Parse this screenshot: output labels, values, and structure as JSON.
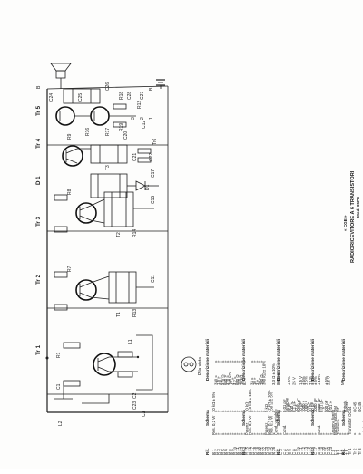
{
  "schematic": {
    "transistors": [
      "Tr 1",
      "Tr 2",
      "Tr 3",
      "D 1",
      "Tr 4",
      "Tr 5"
    ],
    "plug_caption": "Pila vista",
    "labels": [
      "B",
      "R12",
      "C12",
      "Tr6",
      "B",
      "R1",
      "C1",
      "L1",
      "C2",
      "C3",
      "T1",
      "T2",
      "T3",
      "R7",
      "R8",
      "R9",
      "R13",
      "R14",
      "C11",
      "C15",
      "C17",
      "C20",
      "C21",
      "C22",
      "C23",
      "L2",
      "R16",
      "R17",
      "R18",
      "R19",
      "C24",
      "C25",
      "C26",
      "C27",
      "C28",
      "D1",
      "1",
      "2",
      "3"
    ]
  },
  "parts": {
    "col1": {
      "headers": [
        "Rif.",
        "Schema",
        "Descrizione materiali"
      ],
      "rows": [
        [
          "R 1",
          "Res. 0,2 W",
          "10 kΩ ± 5%"
        ],
        [
          "R 2",
          "»",
          "»",
          "330 »",
          "»"
        ],
        [
          "R 3",
          "»",
          "»",
          "1,5 »",
          "»"
        ],
        [
          "R 4",
          "»",
          "»",
          "2,2 »",
          "»"
        ],
        [
          "R 5",
          "»",
          "»",
          "470 Ω",
          "»"
        ],
        [
          "R 6",
          "»",
          "»",
          "680 »",
          "»"
        ],
        [
          "R 7",
          "»",
          "»",
          "470 »",
          "»"
        ],
        [
          "R 8",
          "»",
          "»",
          "100 kΩ",
          "»"
        ],
        [
          "R 9",
          "»",
          "»",
          "47 »",
          "»"
        ],
        [
          "R 10",
          "»",
          "»",
          "4,7 »",
          "»"
        ],
        [
          "R 11",
          "»",
          "»",
          "680 Ω",
          "»"
        ],
        [
          "R 12",
          "»",
          "»",
          "150 »",
          "»"
        ],
        [
          "R 13",
          "»",
          "»",
          "10 kΩ",
          "»"
        ],
        [
          "R 14",
          "»",
          "»",
          "82 »",
          "»"
        ],
        [
          "R 15",
          "Potenz.",
          "10 kΩ"
        ]
      ]
    },
    "col2": {
      "headers": [
        "Rif.",
        "Schema",
        "Descrizione materiali"
      ],
      "rows": [
        [
          "R 16",
          "Res. 0,2 W",
          "3,3 kΩ ± 10%"
        ],
        [
          "R 17",
          "»",
          "»",
          "33 »",
          "»"
        ],
        [
          "R 18",
          "»",
          "»",
          "10 »",
          "»"
        ],
        [
          "R 19",
          "»",
          "»",
          "3 »",
          "»"
        ],
        [
          "R 20",
          "»",
          "»",
          "10 »",
          "»"
        ],
        [
          "R 21",
          "»",
          "»",
          "100 Ω",
          "»"
        ],
        [
          "R 22",
          "»",
          "»",
          "390 kΩ ± 10%"
        ],
        [
          "R 23",
          "Potenz.",
          "5 kΩ"
        ],
        [
          "R 24",
          "Res. 0,2 W",
          "47 kΩ ± 10%"
        ],
        [
          "R 25",
          "Res. 0,2 W",
          "150 Ω ± 5%"
        ],
        [
          "R 26",
          "»",
          "»",
          "3,3 Ω ± 10%"
        ],
        [
          "C 1",
          "Cond. variabile",
          ""
        ],
        [
          "C 2",
          "»",
          "»",
          "8000 pF"
        ],
        [
          "C 3",
          "»",
          "»",
          ""
        ]
      ]
    },
    "col3": {
      "headers": [
        "Rif.",
        "Schema",
        "Descrizione materiali"
      ],
      "rows": [
        [
          "C 4",
          "Cond.",
          "0,01 pF"
        ],
        [
          "C 5",
          "»",
          "variabile"
        ],
        [
          "C 6",
          "»",
          "82 pF",
          "± 5%"
        ],
        [
          "C 7",
          "»",
          "500 »",
          ""
        ],
        [
          "C 8",
          "»",
          "0,1 µF",
          "25 V"
        ],
        [
          "C 9",
          "»",
          "10 »",
          ""
        ],
        [
          "C 10",
          "»",
          "5000 pF",
          ""
        ],
        [
          "C 11",
          "»",
          "10 µF",
          "1,5 V"
        ],
        [
          "C 12",
          "»",
          "1000 »",
          "± 5%"
        ],
        [
          "C 13",
          "»",
          "1000 »",
          "± 5%"
        ],
        [
          "C 14",
          "»",
          "820 »",
          ""
        ],
        [
          "C 15",
          "»",
          "20 pF",
          "± 1%"
        ],
        [
          "C 16",
          "»",
          "20 µF",
          "± 5%"
        ],
        [
          "C 17",
          "»",
          "3000 pF",
          "± 5%"
        ]
      ]
    },
    "col4": {
      "headers": [
        "Rif.",
        "Schema",
        "Descrizione materiali"
      ],
      "rows": [
        [
          "C 18",
          "Cond.",
          "2000 pF",
          "± 10%"
        ],
        [
          "C 19",
          "»",
          "0,01 µF",
          ""
        ],
        [
          "C 20",
          "»",
          "1 »",
          ""
        ],
        [
          "C 21",
          "»",
          "500 pF",
          "± 5%"
        ],
        [
          "C 22",
          "»",
          "50 »",
          "2,5 V"
        ],
        [
          "C 23",
          "»",
          "0,01 »",
          ""
        ],
        [
          "L 1",
          "Antenna ferrite",
          ""
        ],
        [
          "L 2",
          "Bobina oscill.",
          "OM"
        ],
        [
          "T 1",
          "Trasform.",
          "MF"
        ],
        [
          "T 2",
          "»",
          "»",
          ""
        ],
        [
          "T 3",
          "»",
          "»",
          "MF"
        ],
        [
          "T 4",
          "»",
          "entrata",
          ""
        ],
        [
          "T 5",
          "»",
          "uscita",
          ""
        ]
      ]
    },
    "col5": {
      "headers": [
        "Rif.",
        "Schema",
        "Descrizione materiali"
      ],
      "rows": [
        [
          "Tr 1",
          "Transistor OC44"
        ],
        [
          "Tr 2",
          "»",
          "OC45"
        ],
        [
          "Tr 3",
          "»",
          "OC45"
        ],
        [
          "D 1",
          "Diodo di germanio OA174"
        ],
        [
          "Tr 4",
          "Transistor OC71"
        ],
        [
          "Tr 5",
          "»",
          "OC72"
        ],
        [
          "Tr 6",
          "»",
          "OC72"
        ]
      ],
      "brand": "« CGE »",
      "title": "RADIORICEVITORE A 6 TRANSISTORI",
      "model": "Mod. 05PE"
    }
  }
}
